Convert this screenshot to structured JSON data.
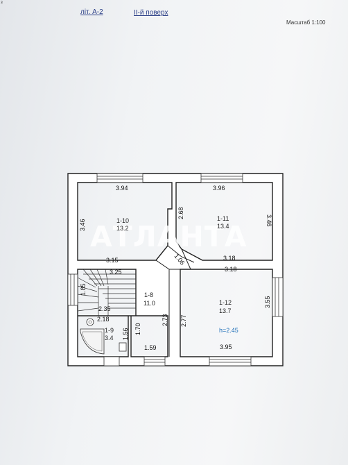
{
  "header": {
    "building_label": "літ. А-2",
    "floor_label": "ІІ-й поверх",
    "scale_label": "Масштаб 1:100",
    "corner_mark": "з"
  },
  "watermark": {
    "text": "АТЛАНТА"
  },
  "rooms": [
    {
      "id": "1-10",
      "area": "13.2"
    },
    {
      "id": "1-11",
      "area": "13.4"
    },
    {
      "id": "1-8",
      "area": "11.0"
    },
    {
      "id": "1-12",
      "area": "13.7",
      "height": "h=2.45"
    },
    {
      "id": "1-9",
      "area": "3.4"
    }
  ],
  "dimensions": {
    "r10_top": "3.94",
    "r10_left": "3.46",
    "r10_bottom": "3.15",
    "r10_right": "2.68",
    "r11_top": "3.96",
    "r11_right": "3.46",
    "r11_bottom": "3.18",
    "r12_top": "3.18",
    "r12_right": "3.55",
    "r12_left": "2.77",
    "r12_bottom": "3.95",
    "diag": "1.06",
    "stair_top": "3.25",
    "stair_left": "1.85",
    "stair_bottom": "2.35",
    "hall_right": "2.73",
    "hall_inner": "1.70",
    "hall_bottom": "1.59",
    "bath_top": "2.18",
    "bath_right": "1.56"
  }
}
